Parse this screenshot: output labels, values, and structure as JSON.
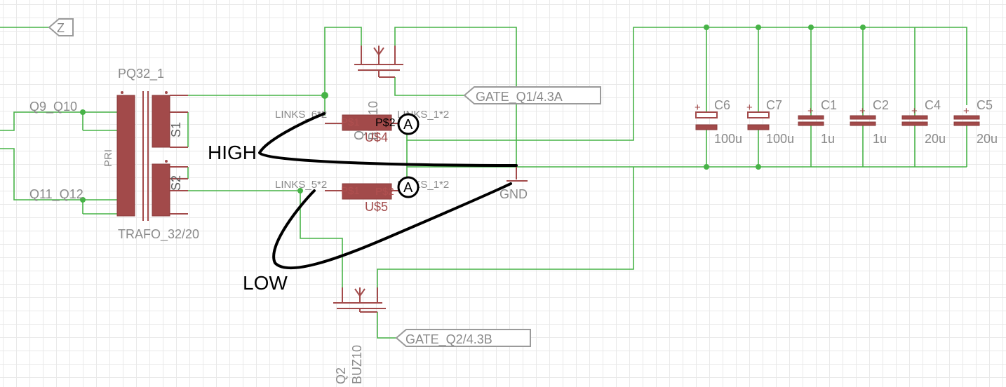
{
  "labels": {
    "supply_flag": "Z",
    "transformer_name": "PQ32_1",
    "transformer_value": "TRAFO_32/20",
    "pri": "PRI",
    "s1": "S1",
    "s2": "S2",
    "q9_q10": "Q9_Q10",
    "q11_q12": "Q11_Q12",
    "links_top_left": "LINKS_6*2",
    "links_top_right": "LINKS_1*2",
    "links_bot_left": "LINKS_5*2",
    "links_bot_right": "LINKS_1*2",
    "u4_pin_left": "P$1",
    "u4_pin_right": "P$2",
    "u4_name": "U$4",
    "u5_pin_left": "P$1",
    "u5_pin_right": "P$2",
    "u5_name": "U$5",
    "q1_name": "Q1",
    "q1_value": "BUZ10",
    "q2_name": "Q2",
    "q2_value": "BUZ10",
    "gate_q1": "GATE_Q1/4.3A",
    "gate_q2": "GATE_Q2/4.3B",
    "gnd": "GND",
    "meter_top": "A",
    "meter_bot": "A",
    "annotation_high": "HIGH",
    "annotation_low": "LOW"
  },
  "capacitors": [
    {
      "name": "C6",
      "value": "100u",
      "polarized": true
    },
    {
      "name": "C7",
      "value": "100u",
      "polarized": true
    },
    {
      "name": "C1",
      "value": "1u",
      "polarized": false
    },
    {
      "name": "C2",
      "value": "1u",
      "polarized": false
    },
    {
      "name": "C4",
      "value": "20u",
      "polarized": false
    },
    {
      "name": "C5",
      "value": "20u",
      "polarized": false
    }
  ],
  "colors": {
    "wire": "#47b347",
    "component": "#a24a4a",
    "label": "#8a8a8a",
    "ink": "#000000"
  }
}
